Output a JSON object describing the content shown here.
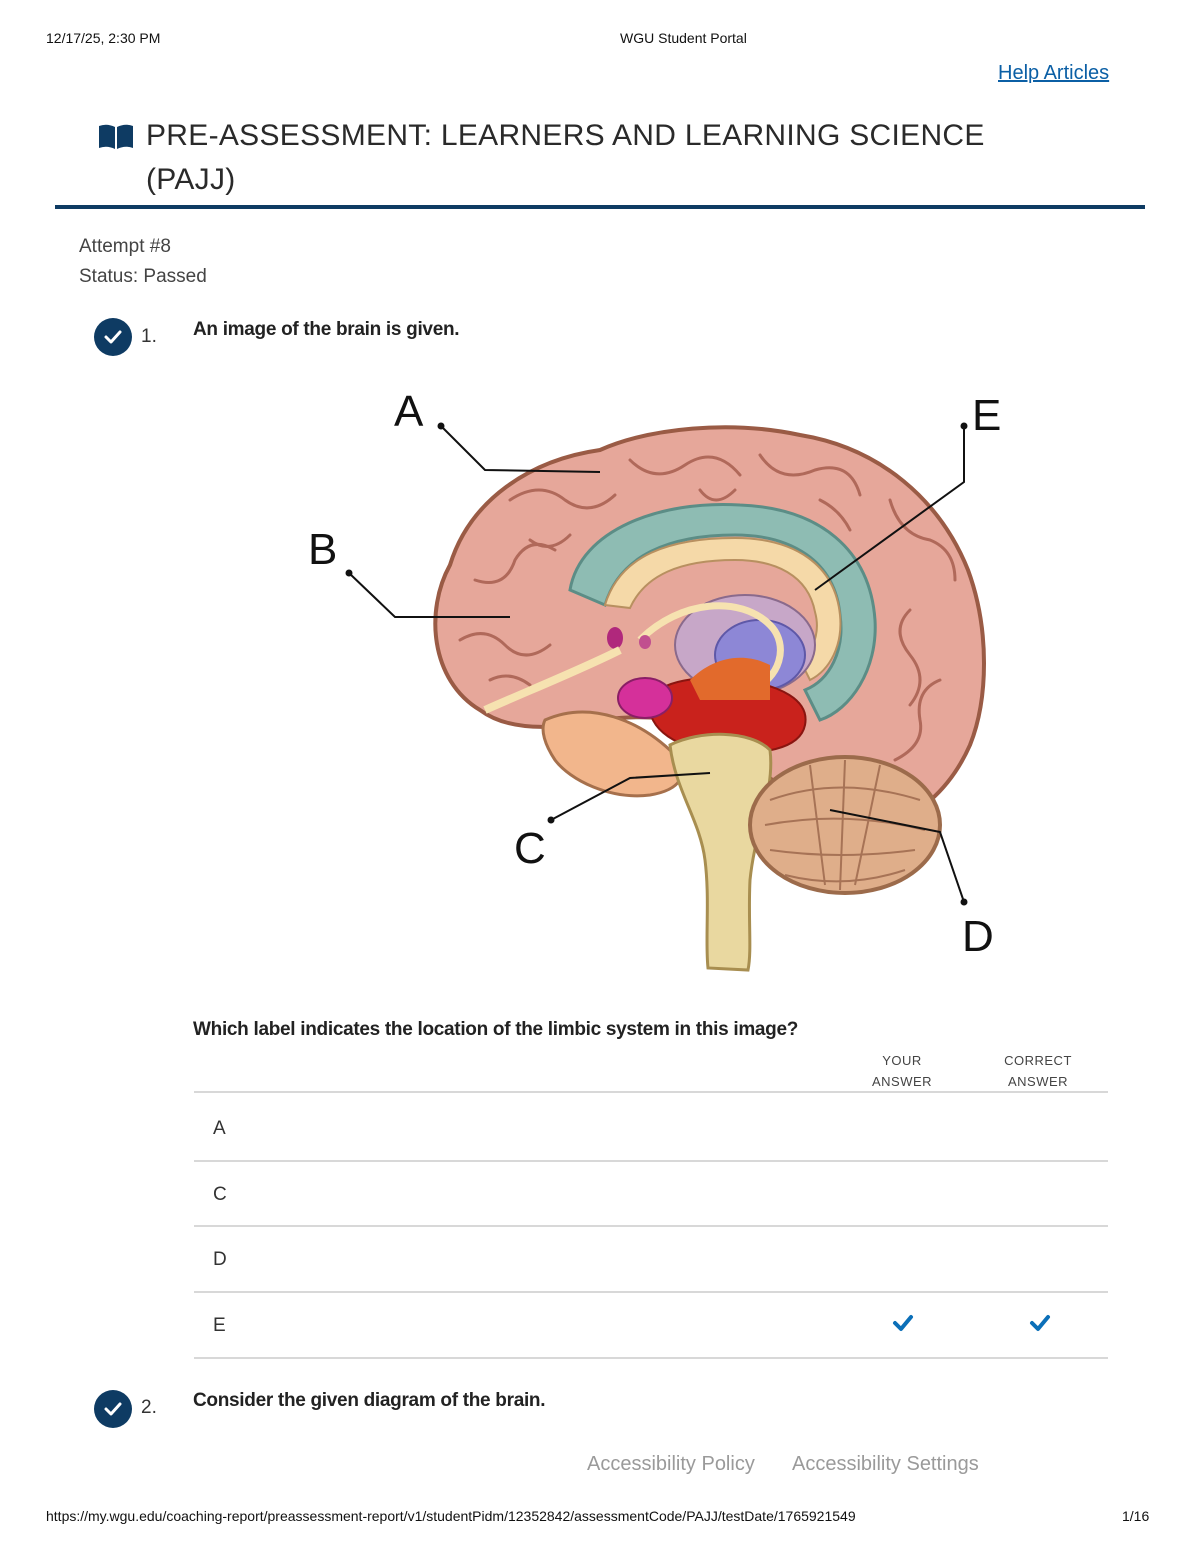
{
  "print_header": {
    "datetime": "12/17/25, 2:30 PM",
    "site_title": "WGU Student Portal"
  },
  "help_link": "Help Articles",
  "page": {
    "title": "PRE-ASSESSMENT: LEARNERS AND LEARNING SCIENCE (PAJJ)",
    "icon": "book-icon",
    "accent": "#0e3b63"
  },
  "attempt": {
    "attempt_label": "Attempt #8",
    "status_label": "Status: Passed"
  },
  "questions": [
    {
      "number": "1.",
      "status_icon": "check-circle-icon",
      "prompt": "An image of the brain is given.",
      "image_labels": [
        "A",
        "B",
        "C",
        "D",
        "E"
      ],
      "question": "Which label indicates the location of the limbic system in this image?",
      "columns": {
        "your_answer": [
          "YOUR",
          "ANSWER"
        ],
        "correct_answer": [
          "CORRECT",
          "ANSWER"
        ]
      },
      "options": [
        {
          "label": "A",
          "your_answer": false,
          "correct_answer": false
        },
        {
          "label": "C",
          "your_answer": false,
          "correct_answer": false
        },
        {
          "label": "D",
          "your_answer": false,
          "correct_answer": false
        },
        {
          "label": "E",
          "your_answer": true,
          "correct_answer": true
        }
      ]
    },
    {
      "number": "2.",
      "status_icon": "check-circle-icon",
      "prompt": "Consider the given diagram of the brain."
    }
  ],
  "footer_links": [
    "Accessibility Policy",
    "Accessibility Settings"
  ],
  "print_footer": {
    "url": "https://my.wgu.edu/coaching-report/preassessment-report/v1/studentPidm/12352842/assessmentCode/PAJJ/testDate/1765921549",
    "page_count": "1/16"
  },
  "colors": {
    "check_blue": "#0b6fb8",
    "navy": "#0e3b63",
    "footer_gray": "#9a9a9a"
  }
}
